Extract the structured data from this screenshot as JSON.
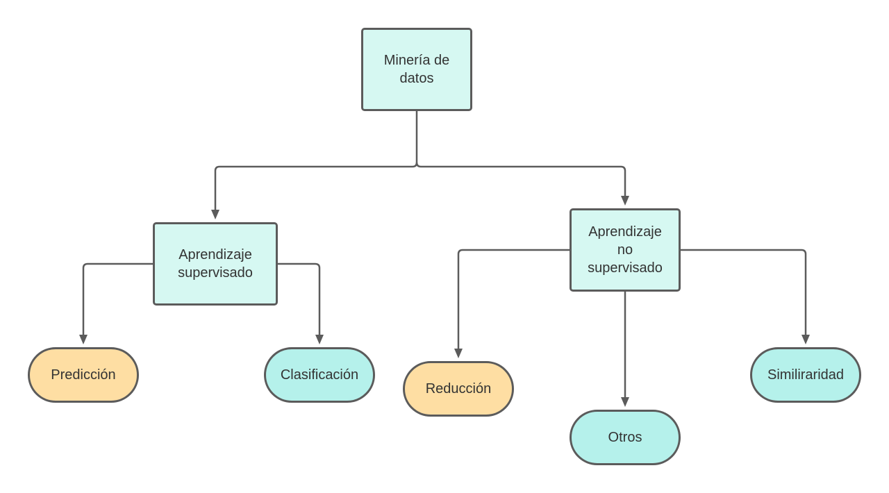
{
  "diagram": {
    "root": {
      "label_line1": "Minería de",
      "label_line2": "datos"
    },
    "supervised": {
      "label_line1": "Aprendizaje",
      "label_line2": "supervisado"
    },
    "unsupervised": {
      "label_line1": "Aprendizaje",
      "label_line2": "no",
      "label_line3": "supervisado"
    },
    "leaves": {
      "prediccion": "Predicción",
      "clasificacion": "Clasificación",
      "reduccion": "Reducción",
      "otros": "Otros",
      "similaridad": "Similiraridad"
    },
    "colors": {
      "rect_fill": "#d6f8f2",
      "teal_fill": "#b5f1eb",
      "orange_fill": "#fedea3",
      "stroke": "#5b5b5b"
    }
  }
}
